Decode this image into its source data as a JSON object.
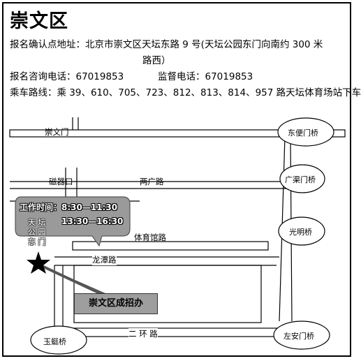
{
  "header": {
    "title": "崇文区",
    "address_line1": "报名确认点地址：北京市崇文区天坛东路 9 号(天坛公园东门向南约 300 米",
    "address_line2": "路西）",
    "consult_phone": "报名咨询电话：67019853",
    "supervise_phone": "监督电话：67019853",
    "bus_route": "乘车路线：乘 39、610、705、723、812、813、814、957 路天坛体育场站下车"
  },
  "map": {
    "roads": {
      "chongwenmen": "崇文门",
      "ciqikou": "磁器口",
      "lianggunag": "两广路",
      "tiyuguan": "体育馆路",
      "longtan": "龙潭路",
      "erhuan": "二  环  路"
    },
    "bridges": {
      "dongbianmen": "东便门桥",
      "guangqumen": "广渠门桥",
      "guangming": "光明桥",
      "zuoanmen": "左安门桥",
      "yuqiao": "玉蜓桥"
    },
    "park_east_gate": [
      "天",
      "坛",
      "公",
      "园",
      "东",
      "门"
    ],
    "working_hours": {
      "line1": "工作时间：8:30—11:30",
      "line2": "13:30—16:30"
    },
    "office_label": "崇文区成招办"
  }
}
